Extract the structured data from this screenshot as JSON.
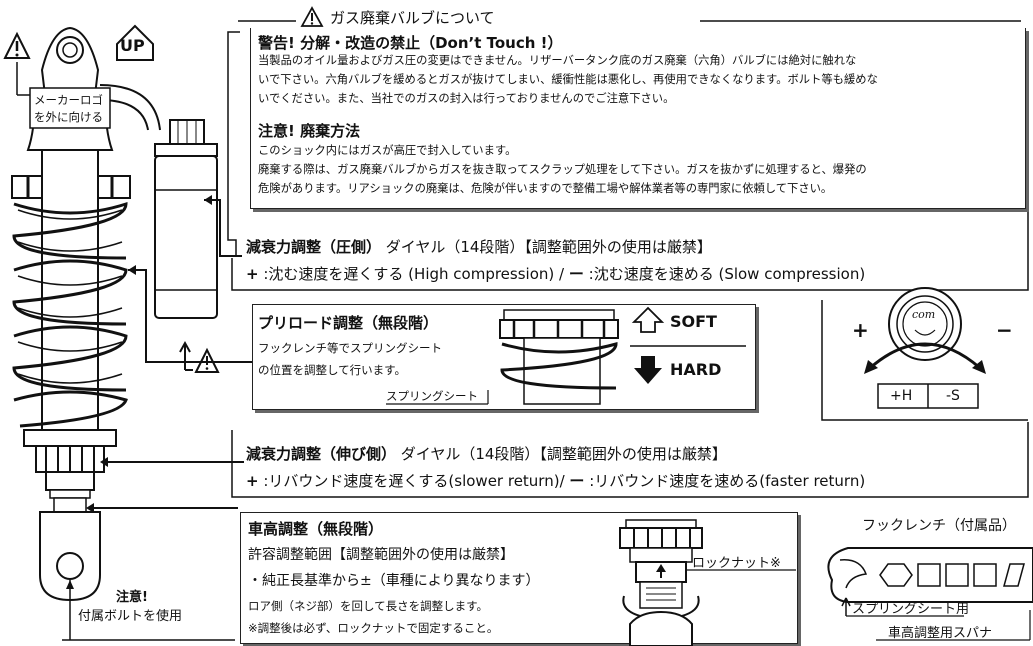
{
  "left": {
    "up_label": "UP",
    "logo_note_line1": "メーカーロゴ",
    "logo_note_line2": "を外に向ける",
    "caution_title": "注意!",
    "caution_body": "付属ボルトを使用"
  },
  "gas": {
    "header": "ガス廃棄バルブについて",
    "warn_title": "警告! 分解・改造の禁止（Don’t Touch !）",
    "warn_l1": "当製品のオイル量およびガス圧の変更はできません。リザーバータンク底のガス廃棄（六角）バルブには絶対に触れな",
    "warn_l2": "いで下さい。六角バルブを緩めるとガスが抜けてしまい、緩衝性能は悪化し、再使用できなくなります。ボルト等も緩めな",
    "warn_l3": "いでください。また、当社でのガスの封入は行っておりませんのでご注意下さい。",
    "disp_title": "注意! 廃棄方法",
    "disp_l1": "このショック内にはガスが高圧で封入しています。",
    "disp_l2": "廃棄する際は、ガス廃棄バルブからガスを抜き取ってスクラップ処理をして下さい。ガスを抜かずに処理すると、爆発の",
    "disp_l3": "危険があります。リアショックの廃棄は、危険が伴いますので整備工場や解体業者等の専門家に依頼して下さい。"
  },
  "comp": {
    "title_bold": "減衰力調整（圧側）",
    "title_rest": "ダイヤル（14段階）【調整範囲外の使用は厳禁】",
    "plus": "+",
    "plus_text": ":沈む速度を遅くする (High compression) /",
    "minus": "ー",
    "minus_text": ":沈む速度を速める (Slow compression)"
  },
  "preload": {
    "title": "プリロード調整（無段階）",
    "body_l1": "フックレンチ等でスプリングシート",
    "body_l2": "の位置を調整して行います。",
    "seat_label": "スプリングシート",
    "soft": "SOFT",
    "hard": "HARD"
  },
  "dial": {
    "plus": "+",
    "minus": "−",
    "knob_text": "com",
    "btn_h": "+H",
    "btn_s": "-S"
  },
  "rebound": {
    "title_bold": "減衰力調整（伸び側）",
    "title_rest": "ダイヤル（14段階）【調整範囲外の使用は厳禁】",
    "plus": "+",
    "plus_text": ":リバウンド速度を遅くする(slower return)/",
    "minus": "ー",
    "minus_text": ":リバウンド速度を速める(faster return)"
  },
  "height": {
    "title": "車高調整（無段階）",
    "l1": "許容調整範囲【調整範囲外の使用は厳禁】",
    "l2": "・純正長基準から±（車種により異なります）",
    "l3": "ロア側（ネジ部）を回して長さを調整します。",
    "l4": "※調整後は必ず、ロックナットで固定すること。",
    "locknut": "ロックナット※"
  },
  "wrench": {
    "title": "フックレンチ（付属品）",
    "seat": "スプリングシート用",
    "spanner": "車高調整用スパナ"
  }
}
